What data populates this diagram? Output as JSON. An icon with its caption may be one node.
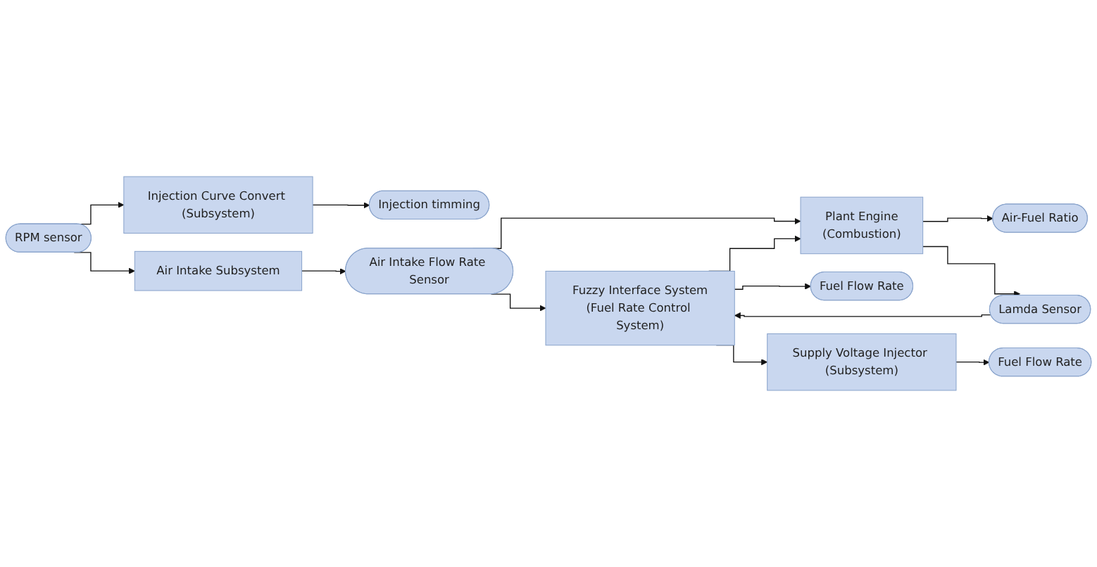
{
  "diagram": {
    "nodes": [
      {
        "text": [
          "RPM sensor"
        ]
      },
      {
        "text": [
          "Air Intake Subsystem"
        ]
      },
      {
        "text": [
          "Injection Curve Convert (Subsystem)"
        ]
      },
      {
        "text": [
          "Injection timming"
        ]
      },
      {
        "text": [
          "Air Intake Flow Rate Sensor"
        ]
      },
      {
        "text": [
          "Fuzzy Interface System",
          "(Fuel Rate Control System)"
        ]
      },
      {
        "text": [
          "Plant Engine",
          "(Combustion)"
        ]
      },
      {
        "text": [
          "Air-Fuel Ratio"
        ]
      },
      {
        "text": [
          "Lamda Sensor"
        ]
      },
      {
        "text": [
          "Fuel Flow Rate"
        ]
      },
      {
        "text": [
          "Supply Voltage Injector (Subsystem)"
        ]
      },
      {
        "text": [
          "Fuel Flow Rate"
        ]
      }
    ],
    "edges": [
      {
        "from": 0,
        "to": 1,
        "arrow": "to"
      },
      {
        "from": 0,
        "to": 2,
        "arrow": "to"
      },
      {
        "from": 2,
        "to": 3,
        "arrow": "to"
      },
      {
        "from": 1,
        "to": 4,
        "arrow": "to"
      },
      {
        "from": 4,
        "to": 5,
        "arrow": "to"
      },
      {
        "from": 4,
        "to": 6,
        "arrow": "to"
      },
      {
        "from": 8,
        "to": 5,
        "arrow": "to"
      },
      {
        "from": 5,
        "to": 6,
        "arrow": "to"
      },
      {
        "from": 5,
        "to": 9,
        "arrow": "to"
      },
      {
        "from": 5,
        "to": 10,
        "arrow": "to"
      },
      {
        "from": 6,
        "to": 7,
        "arrow": "to"
      },
      {
        "from": 6,
        "to": 8,
        "arrow": "to"
      },
      {
        "from": 10,
        "to": 11,
        "arrow": "to"
      }
    ]
  }
}
